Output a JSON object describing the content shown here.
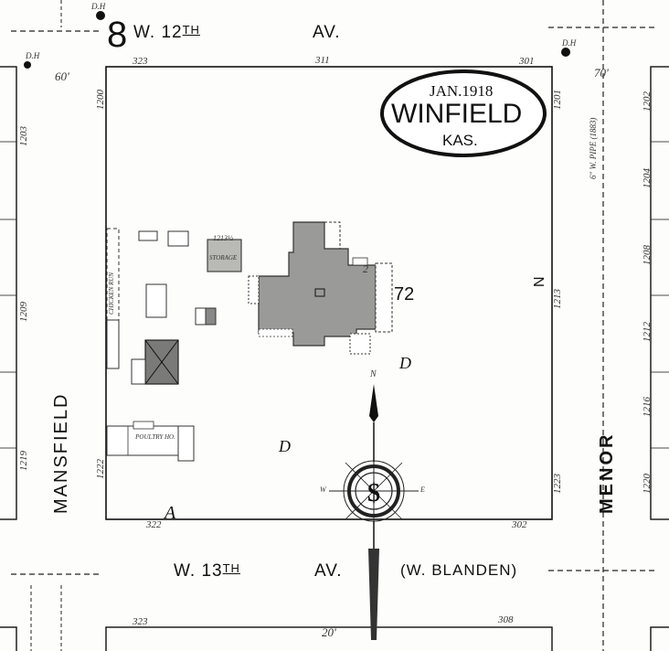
{
  "title_cartouche": {
    "date": "JAN.1918",
    "city": "WINFIELD",
    "state": "KAS."
  },
  "block_number": "72",
  "sheet_number": "8",
  "streets": {
    "north": "W. 12TH  AV.",
    "north_name": "W. 12",
    "north_sup": "TH",
    "north_suffix": "AV.",
    "south": "W. 13",
    "south_sup": "TH",
    "south_suffix": "AV.",
    "south_alt": "(W. BLANDEN)",
    "west": "MANSFIELD",
    "east": "MENOR"
  },
  "address_numbers": {
    "north": [
      "323",
      "311",
      "301"
    ],
    "south": [
      "322",
      "302"
    ],
    "west": [
      "1200",
      "1203",
      "1209",
      "1219",
      "1222"
    ],
    "east": [
      "1201",
      "1213",
      "1223"
    ],
    "far_east": [
      "1202",
      "1204",
      "1208",
      "1212",
      "1216",
      "1220"
    ],
    "next_block": [
      "323",
      "308"
    ]
  },
  "street_widths": {
    "north_west": "60'",
    "north_east": "70'",
    "south": "20'"
  },
  "utilities": {
    "hydrant_label": "D.H",
    "pipe_label": "6\" W. PIPE (1883)"
  },
  "buildings": {
    "chicken_run": "CHICKEN RUN",
    "poultry_house": "POULTRY HO.",
    "storage": "STORAGE",
    "storage_number": "1213½",
    "main_stories": "2"
  },
  "compass": {
    "north": "N",
    "east": "E",
    "west": "W"
  },
  "markers": {
    "lot_a": "A",
    "lot_d1": "D",
    "lot_d2": "D",
    "n_marker": "N"
  }
}
